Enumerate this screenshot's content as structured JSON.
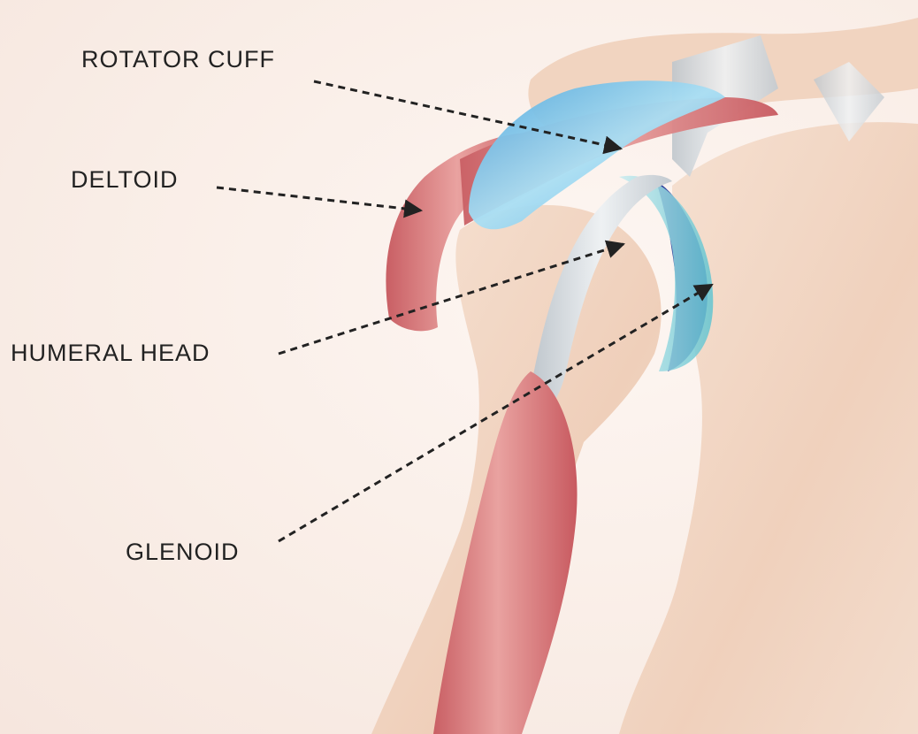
{
  "labels": {
    "rotator_cuff": "ROTATOR CUFF",
    "deltoid": "DELTOID",
    "humeral_head": "HUMERAL HEAD",
    "glenoid": "GLENOID"
  },
  "colors": {
    "background": "#fbf0ea",
    "bone": "#f2d6c3",
    "muscle": "#d8787a",
    "rotator_cuff": "#7cc6e8",
    "glenoid": "#2f3f9a",
    "cartilage": "#9fd9e0",
    "ligament": "#d9dde0",
    "leader_line": "#222222"
  }
}
